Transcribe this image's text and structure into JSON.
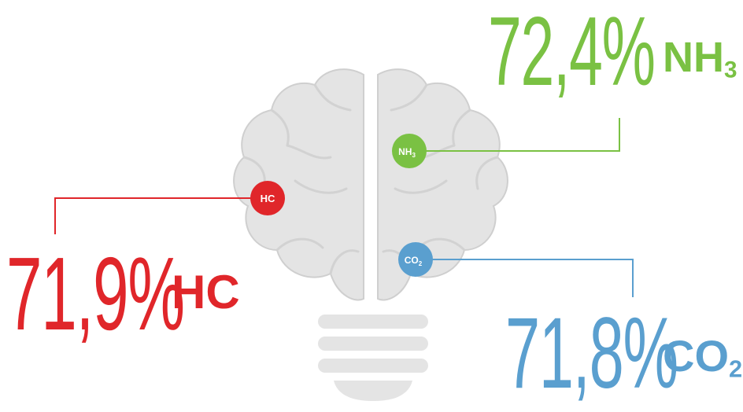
{
  "colors": {
    "hc": "#e0262a",
    "nh3": "#7ac143",
    "co2": "#5a9fcf",
    "brain": "#e4e4e4",
    "brain_stroke": "#c9c9c9"
  },
  "items": {
    "nh3": {
      "percent": "72,4%",
      "name": "NH",
      "sub": "3",
      "badge": "NH",
      "badge_sub": "3"
    },
    "hc": {
      "percent": "71,9%",
      "name": "HC",
      "sub": "",
      "badge": "HC",
      "badge_sub": ""
    },
    "co2": {
      "percent": "71,8%",
      "name": "CO",
      "sub": "2",
      "badge": "CO",
      "badge_sub": "2"
    }
  }
}
